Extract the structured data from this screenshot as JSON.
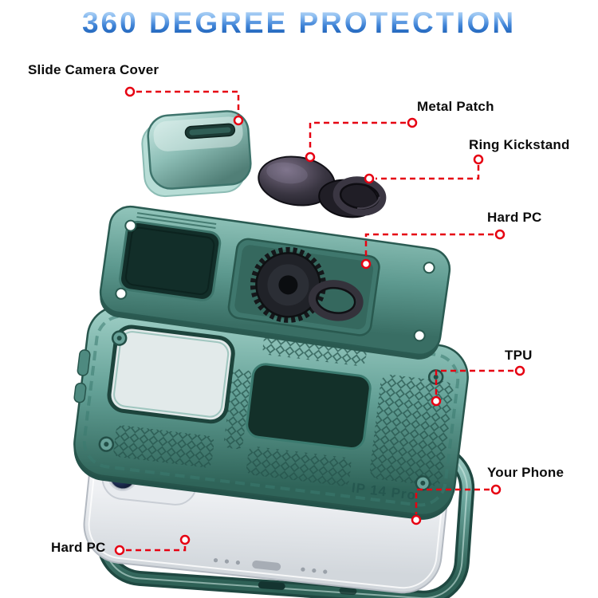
{
  "title": "360 DEGREE PROTECTION",
  "labels": {
    "slide_camera_cover": "Slide Camera Cover",
    "metal_patch": "Metal Patch",
    "ring_kickstand": "Ring Kickstand",
    "hard_pc": "Hard PC",
    "tpu": "TPU",
    "your_phone": "Your Phone",
    "hard_pc_bottom": "Hard PC"
  },
  "engravings": {
    "model": "IP 14 Pro"
  },
  "colors": {
    "annotation_red": "#e60012",
    "title_blue_dark": "#0d4fa5",
    "title_blue_light": "#d3e6fa",
    "case_teal": "#5e9a90",
    "case_teal_dark": "#2f6459",
    "metal_dark": "#26242b",
    "phone_silver": "#eef0f3",
    "label_black": "#0c0c0c"
  }
}
